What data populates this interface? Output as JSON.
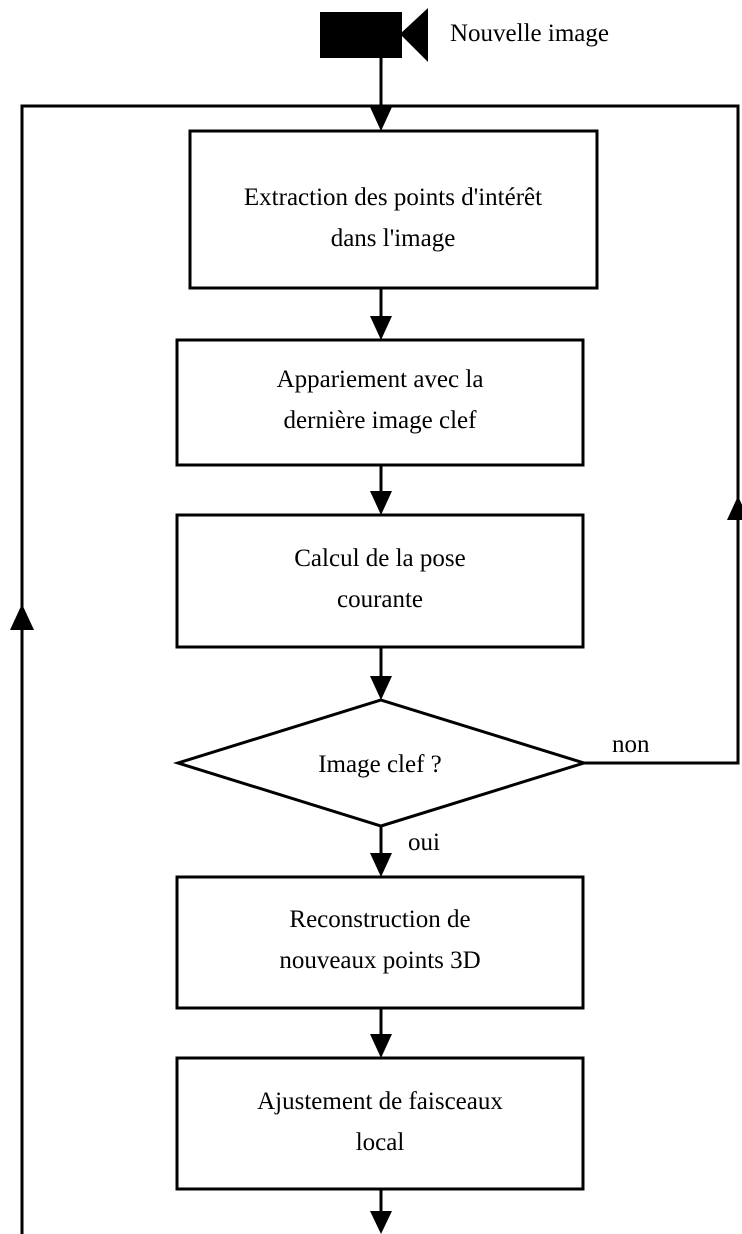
{
  "camera": {
    "icon": "video-camera-icon",
    "label": "Nouvelle image"
  },
  "steps": [
    {
      "line1": "Extraction des points d'intérêt",
      "line2": "dans l'image"
    },
    {
      "line1": "Appariement avec la",
      "line2": "dernière image clef"
    },
    {
      "line1": "Calcul de la pose",
      "line2": "courante"
    },
    {
      "line1": "Reconstruction de",
      "line2": "nouveaux points 3D"
    },
    {
      "line1": "Ajustement de faisceaux",
      "line2": "local"
    }
  ],
  "decision": {
    "label": "Image clef ?",
    "yes_label": "oui",
    "no_label": "non"
  },
  "colors": {
    "stroke": "#000000",
    "background": "#ffffff"
  }
}
